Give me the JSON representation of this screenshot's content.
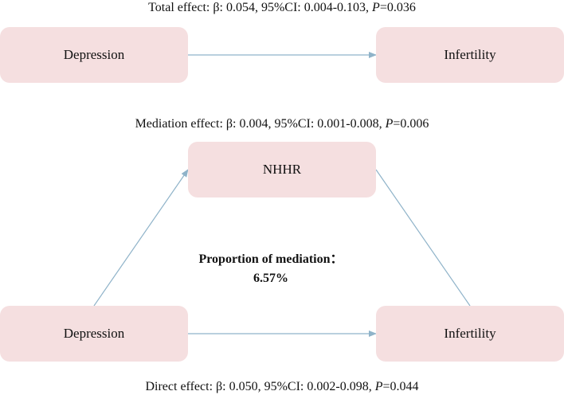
{
  "total_effect": {
    "prefix": "Total effect: β: 0.054, 95%CI: 0.004-0.103, ",
    "p_label": "P",
    "p_value": "=0.036"
  },
  "mediation_effect": {
    "prefix": "Mediation effect: β: 0.004, 95%CI: 0.001-0.008, ",
    "p_label": "P",
    "p_value": "=0.006"
  },
  "direct_effect": {
    "prefix": "Direct effect: β: 0.050, 95%CI: 0.002-0.098, ",
    "p_label": "P",
    "p_value": "=0.044"
  },
  "top_model": {
    "exposure": "Depression",
    "outcome": "Infertility"
  },
  "bottom_model": {
    "exposure": "Depression",
    "mediator": "NHHR",
    "outcome": "Infertility"
  },
  "proportion": {
    "label": "Proportion of mediation：",
    "value": "6.57%"
  },
  "colors": {
    "box_fill": "#f5dfe0",
    "arrow": "#8fb3c9"
  }
}
